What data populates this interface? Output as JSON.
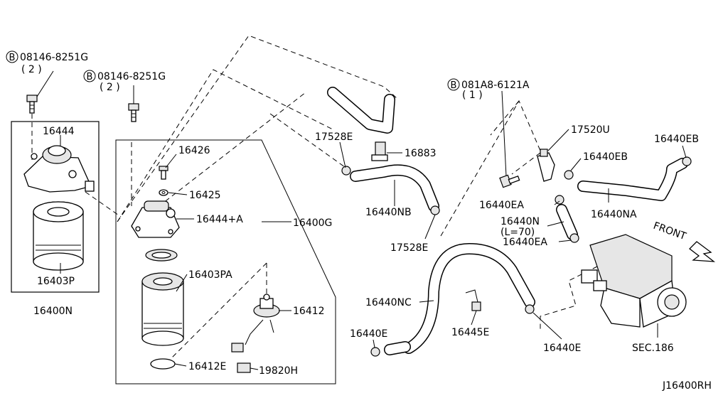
{
  "labels": {
    "bolt_top_left_code": "08146-8251G",
    "bolt_top_left_qty": "( 2 )",
    "bolt_mid_code": "08146-8251G",
    "bolt_mid_qty": "( 2 )",
    "bolt_right_code": "081A8-6121A",
    "bolt_right_qty": "( 1 )",
    "bolt_marker": "B",
    "p16444": "16444",
    "p16403P": "16403P",
    "p16400N": "16400N",
    "p16426": "16426",
    "p16425": "16425",
    "p16444A": "16444+A",
    "p16400G": "16400G",
    "p16403PA": "16403PA",
    "p16412": "16412",
    "p16412E": "16412E",
    "p19820H": "19820H",
    "p17528E_top": "17528E",
    "p16883": "16883",
    "p16440NB": "16440NB",
    "p17528E_bottom": "17528E",
    "p17520U": "17520U",
    "p16440EB_a": "16440EB",
    "p16440EB_b": "16440EB",
    "p16440EA_a": "16440EA",
    "p16440N": "16440N",
    "p16440N_len": "(L=70)",
    "p16440EA_b": "16440EA",
    "p16440NA": "16440NA",
    "front": "FRONT",
    "p16440NC": "16440NC",
    "p16440E_left": "16440E",
    "p16445E": "16445E",
    "p16440E_right": "16440E",
    "sec186": "SEC.186",
    "diagram_id": "J16400RH"
  }
}
